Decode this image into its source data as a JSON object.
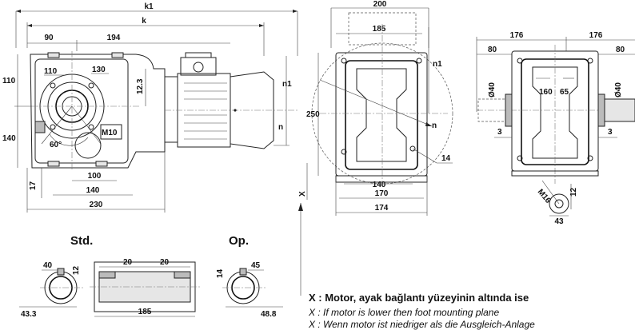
{
  "dimensions": {
    "k1": "k1",
    "k": "k",
    "d90": "90",
    "d194": "194",
    "d110": "110",
    "d130": "130",
    "d110b": "110",
    "d12_3": "12.3",
    "n1": "n1",
    "n": "n",
    "d140": "140",
    "d60": "60°",
    "m10": "M10",
    "d17": "17",
    "d100": "100",
    "d140b": "140",
    "d230": "230",
    "d200": "200",
    "d185": "185",
    "d250": "250",
    "d14": "14",
    "d140c": "140",
    "d170": "170",
    "d174": "174",
    "x_label": "X",
    "n1b": "n1",
    "nb": "n",
    "d176a": "176",
    "d176b": "176",
    "d80a": "80",
    "d80b": "80",
    "d40a": "Ø40",
    "d40b": "Ø40",
    "d160": "160",
    "d65": "65",
    "d3a": "3",
    "d3b": "3",
    "m16": "M16",
    "d12b": "12",
    "d43": "43"
  },
  "shaft": {
    "std_label": "Std.",
    "op_label": "Op.",
    "d40": "40",
    "d12": "12",
    "d43_3": "43.3",
    "d20a": "20",
    "d20b": "20",
    "d185": "185",
    "d14": "14",
    "d45": "45",
    "d48_8": "48.8"
  },
  "notes": {
    "tr": "X : Motor, ayak bağlantı yüzeyinin altında ise",
    "en": "X : If motor is lower then foot mounting plane",
    "de": "X : Wenn motor ist niedriger als die Ausgleich-Anlage"
  }
}
